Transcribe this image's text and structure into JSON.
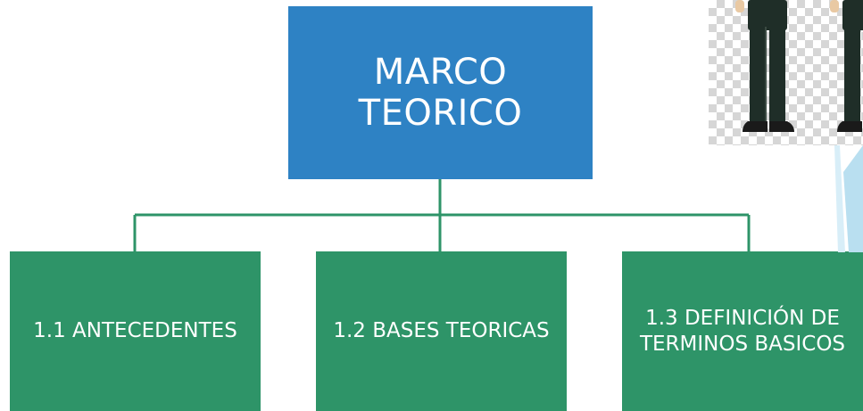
{
  "diagram": {
    "root": {
      "label": "MARCO TEORICO"
    },
    "children": [
      {
        "label": "1.1 ANTECEDENTES"
      },
      {
        "label": "1.2 BASES TEORICAS"
      },
      {
        "label": "1.3 DEFINICIÓN DE\nTERMINOS BASICOS"
      }
    ]
  },
  "colors": {
    "root_fill": "#2e82c4",
    "child_fill": "#2e9468",
    "connector": "#2e9468",
    "uniform": "#1f2e28",
    "shoe": "#1a1a1a",
    "sliver_light": "#d8eef8",
    "sliver_mid": "#b9dff0"
  },
  "decoration": {
    "figures_icon": "uniformed-figures-illustration",
    "transparency_icon": "checkerboard-background"
  }
}
